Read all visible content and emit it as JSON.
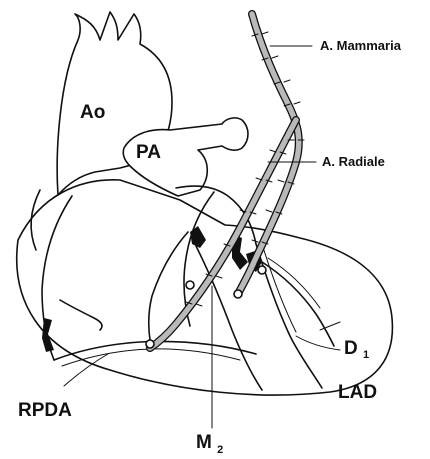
{
  "figure": {
    "labels": {
      "ao": "Ao",
      "pa": "PA",
      "a_mammaria": "A. Mammaria",
      "a_radiale": "A. Radiale",
      "d1_main": "D",
      "d1_sub": "1",
      "lad": "LAD",
      "rpda": "RPDA",
      "m2_main": "M",
      "m2_sub": "2"
    },
    "colors": {
      "ink": "#111111",
      "graft_fill": "#b9b9b9",
      "background": "#ffffff"
    }
  }
}
